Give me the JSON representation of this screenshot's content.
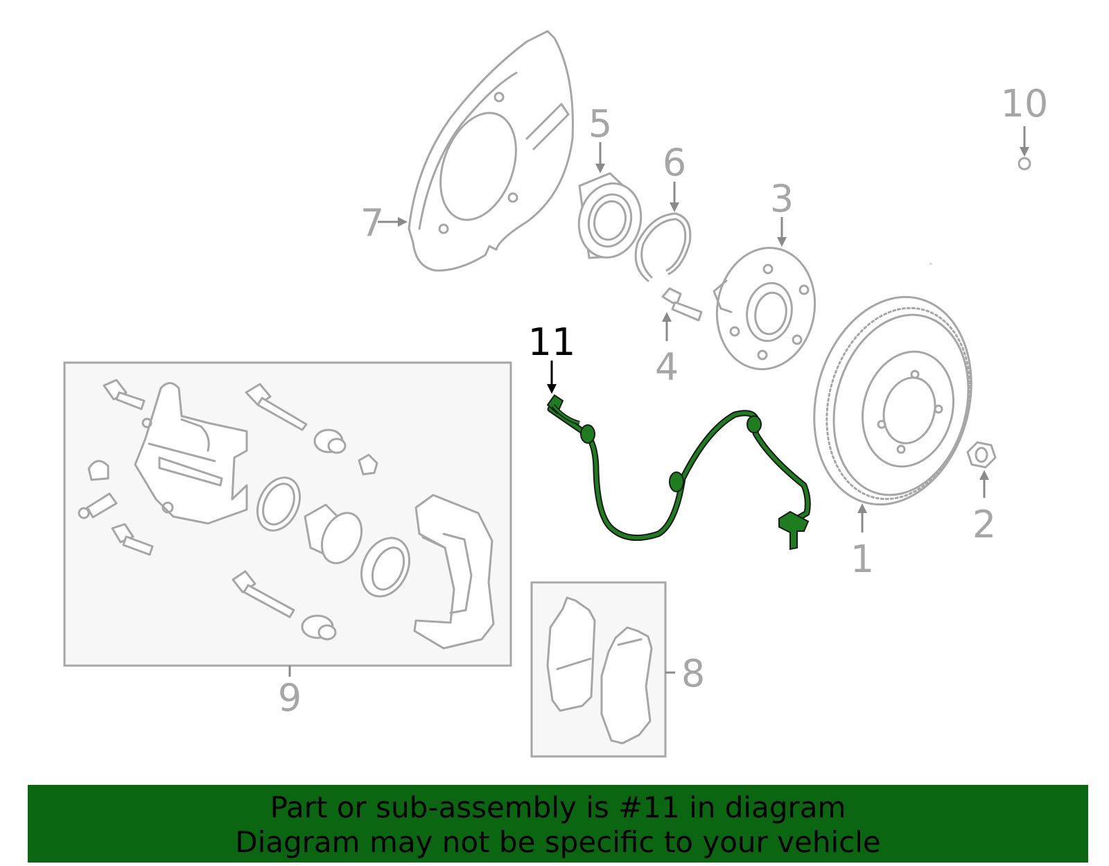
{
  "diagram": {
    "callouts": [
      {
        "id": "1",
        "label": "1"
      },
      {
        "id": "2",
        "label": "2"
      },
      {
        "id": "3",
        "label": "3"
      },
      {
        "id": "4",
        "label": "4"
      },
      {
        "id": "5",
        "label": "5"
      },
      {
        "id": "6",
        "label": "6"
      },
      {
        "id": "7",
        "label": "7"
      },
      {
        "id": "8",
        "label": "8"
      },
      {
        "id": "9",
        "label": "9"
      },
      {
        "id": "10",
        "label": "10"
      },
      {
        "id": "11",
        "label": "11"
      }
    ],
    "highlighted_part": "11",
    "colors": {
      "highlight_part": "#1e7d1e",
      "part_lines": "#a6a6a6",
      "banner_background": "#0a6610",
      "kit_box_fill": "#f7f7f7"
    }
  },
  "banner": {
    "line1": "Part or sub-assembly is #11 in diagram",
    "line2": "Diagram may not be specific to your vehicle"
  }
}
